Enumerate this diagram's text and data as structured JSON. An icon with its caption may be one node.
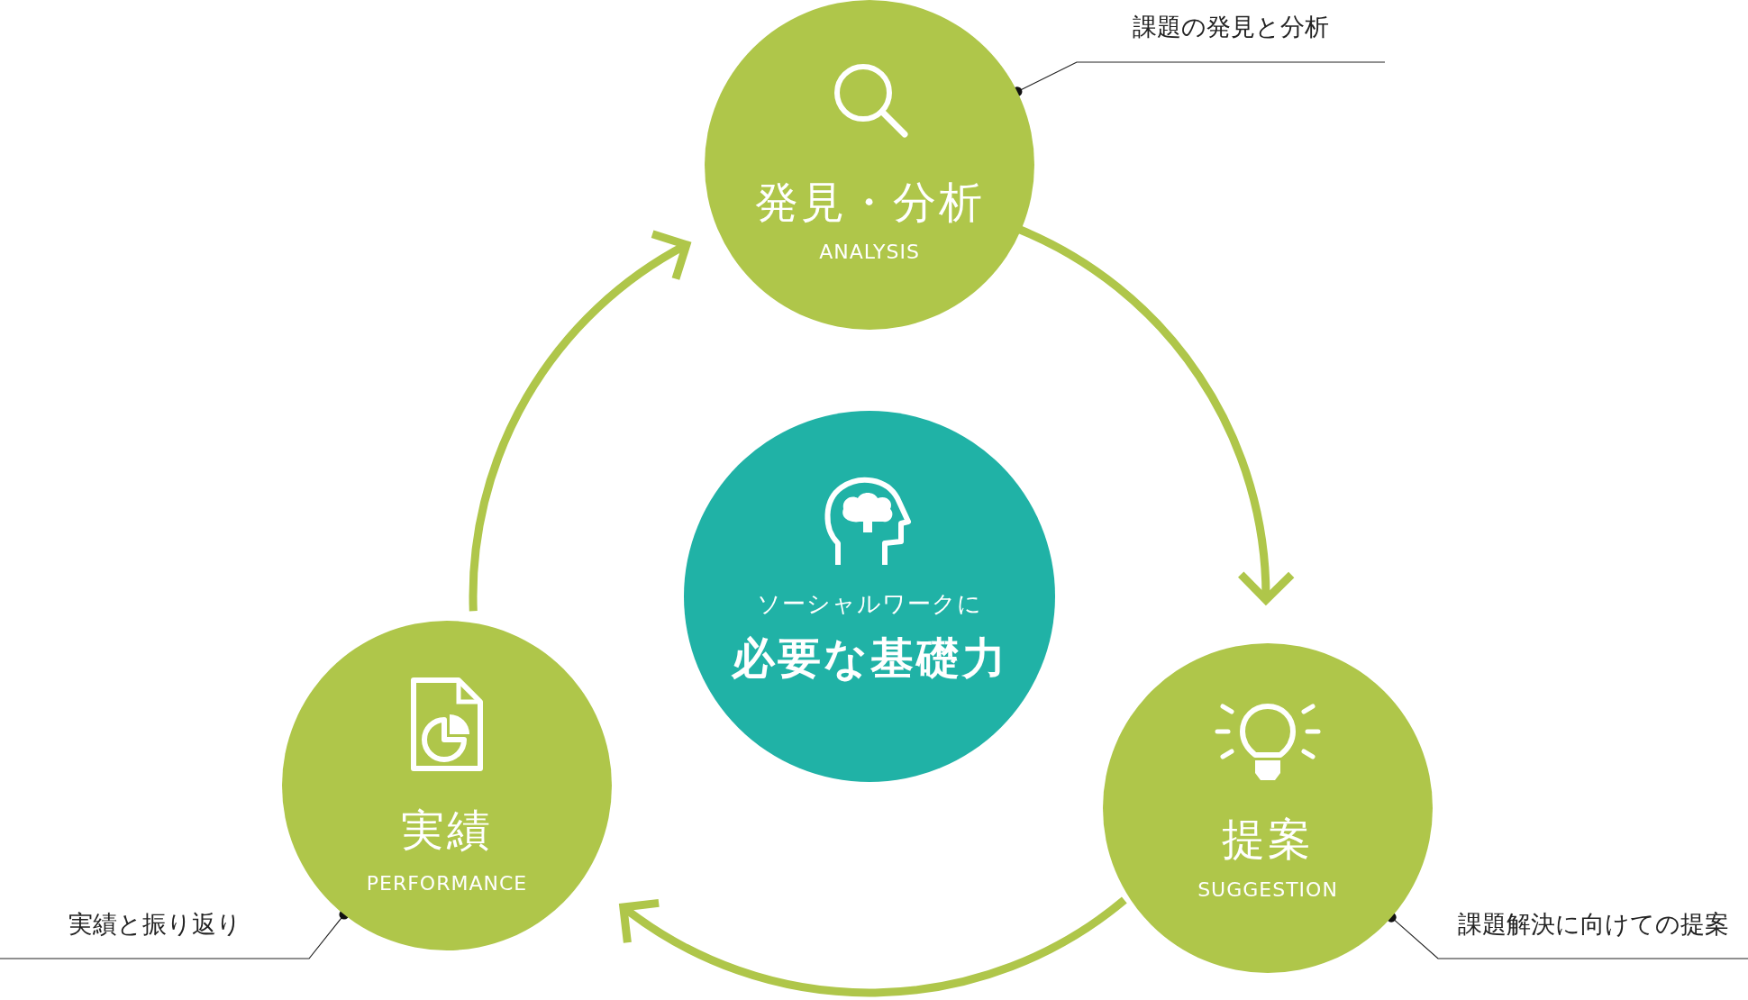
{
  "diagram": {
    "nodes": [
      {
        "text": [
          "発見・分析",
          "ANALYSIS"
        ]
      },
      {
        "text": [
          "課題の発見と分析"
        ]
      },
      {
        "text": [
          "ソーシャルワークに",
          "必要な基礎力"
        ]
      },
      {
        "text": [
          "提案",
          "SUGGESTION"
        ]
      },
      {
        "text": [
          "実績",
          "PERFORMANCE"
        ]
      },
      {
        "text": [
          "実績と振り返り"
        ]
      },
      {
        "text": [
          "課題解決に向けての提案"
        ]
      }
    ],
    "edges": [
      {
        "from": 0,
        "to": 3,
        "arrow": "to",
        "style": "thick"
      },
      {
        "from": 3,
        "to": 4,
        "arrow": "to",
        "style": "thick"
      },
      {
        "from": 4,
        "to": 0,
        "arrow": "to",
        "style": "thick"
      },
      {
        "from": 1,
        "to": 0,
        "arrow": "other",
        "color": "#222222"
      },
      {
        "from": 5,
        "to": 4,
        "arrow": "other",
        "color": "#222222"
      },
      {
        "from": 6,
        "to": 3,
        "arrow": "other",
        "color": "#222222"
      }
    ]
  }
}
